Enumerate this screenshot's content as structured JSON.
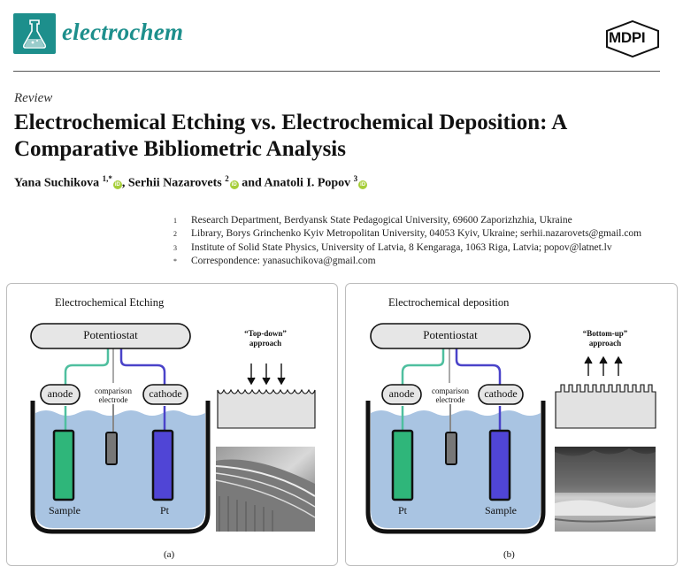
{
  "header": {
    "journal_name": "electrochem",
    "publisher_logo": "MDPI",
    "icon": "flask-icon",
    "brand_color": "#1d8f8c"
  },
  "article": {
    "type": "Review",
    "title": "Electrochemical Etching vs. Electrochemical Deposition: A Comparative Bibliometric Analysis",
    "authors": [
      {
        "name": "Yana Suchikova",
        "sup": "1,*"
      },
      {
        "name": "Serhii Nazarovets",
        "sup": "2"
      },
      {
        "name": "Anatoli I. Popov",
        "sup": "3"
      }
    ],
    "author_sep_1": ", ",
    "author_sep_2": " and ",
    "affiliations": [
      {
        "mark": "1",
        "text": "Research Department, Berdyansk State Pedagogical University, 69600 Zaporizhzhia, Ukraine"
      },
      {
        "mark": "2",
        "text": "Library, Borys Grinchenko Kyiv Metropolitan University, 04053 Kyiv, Ukraine; serhii.nazarovets@gmail.com"
      },
      {
        "mark": "3",
        "text": "Institute of Solid State Physics, University of Latvia, 8 Kengaraga, 1063 Riga, Latvia; popov@latnet.lv"
      },
      {
        "mark": "*",
        "text": "Correspondence: yanasuchikova@gmail.com"
      }
    ]
  },
  "figure": {
    "panel_a": {
      "title": "Electrochemical Etching",
      "potentiostat": "Potentiostat",
      "left_label": "anode",
      "mid_label_1": "comparison",
      "mid_label_2": "electrode",
      "right_label": "cathode",
      "left_electrode": "Sample",
      "right_electrode": "Pt",
      "approach_1": "“Top-down”",
      "approach_2": "approach",
      "caption": "(a)"
    },
    "panel_b": {
      "title": "Electrochemical deposition",
      "potentiostat": "Potentiostat",
      "left_label": "anode",
      "mid_label_1": "comparison",
      "mid_label_2": "electrode",
      "right_label": "cathode",
      "left_electrode": "Pt",
      "right_electrode": "Sample",
      "approach_1": "“Bottom-up”",
      "approach_2": "approach",
      "caption": "(b)"
    },
    "colors": {
      "electrolyte": "#a9c4e2",
      "green_electrode": "#2fb67a",
      "blue_electrode": "#5045d6",
      "wire_green": "#4fbf9f",
      "wire_blue": "#4a43c9"
    }
  }
}
